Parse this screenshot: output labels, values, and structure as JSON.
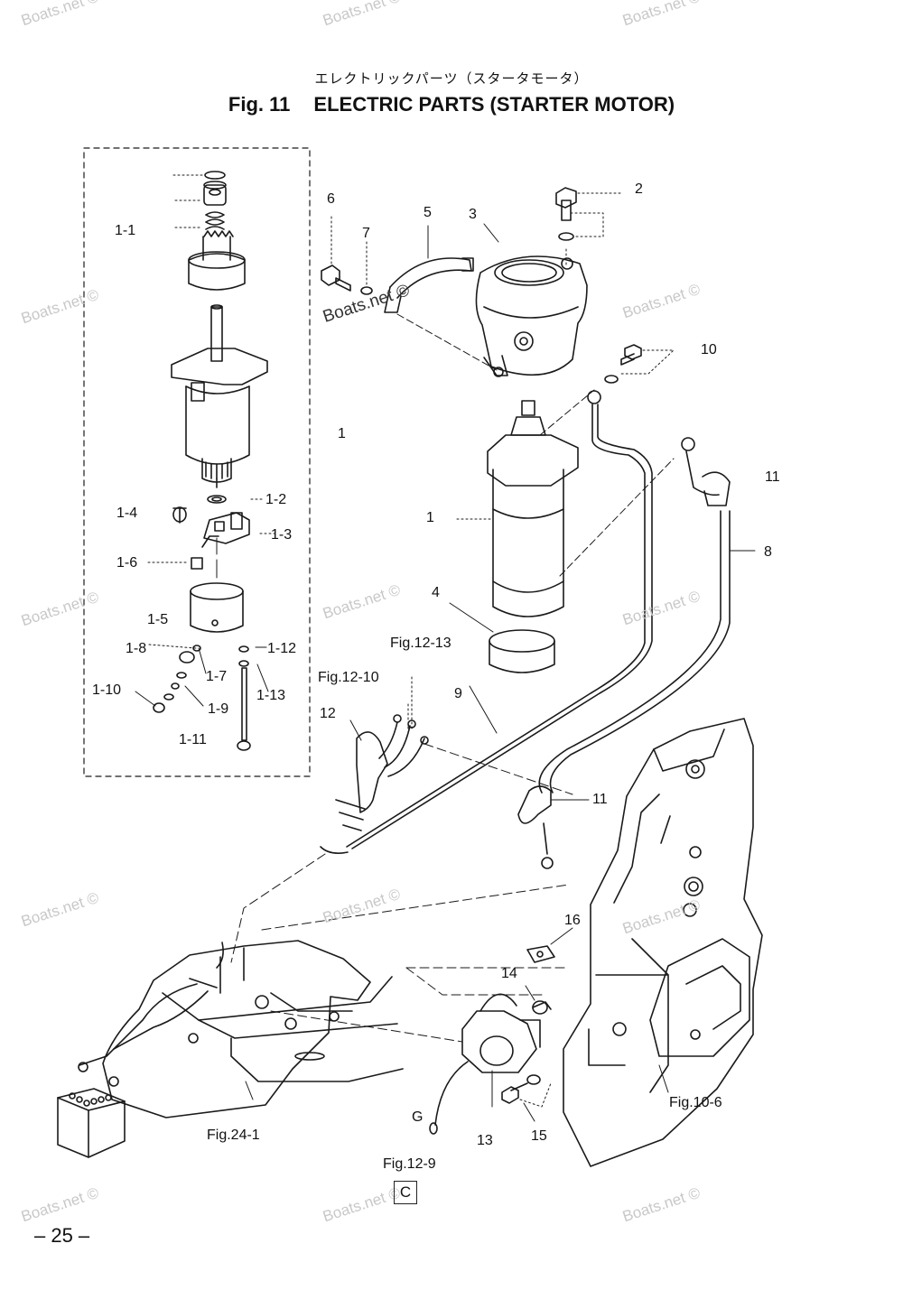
{
  "title": {
    "jp": "エレクトリックパーツ（スタータモータ）",
    "fig": "Fig. 11",
    "en": "ELECTRIC PARTS (STARTER MOTOR)"
  },
  "callouts": [
    {
      "id": "c-1-1",
      "text": "1-1"
    },
    {
      "id": "c-1-2",
      "text": "1-2"
    },
    {
      "id": "c-1-3",
      "text": "1-3"
    },
    {
      "id": "c-1-4",
      "text": "1-4"
    },
    {
      "id": "c-1-5",
      "text": "1-5"
    },
    {
      "id": "c-1-6",
      "text": "1-6"
    },
    {
      "id": "c-1-7",
      "text": "1-7"
    },
    {
      "id": "c-1-8",
      "text": "1-8"
    },
    {
      "id": "c-1-9",
      "text": "1-9"
    },
    {
      "id": "c-1-10",
      "text": "1-10"
    },
    {
      "id": "c-1-11",
      "text": "1-11"
    },
    {
      "id": "c-1-12",
      "text": "1-12"
    },
    {
      "id": "c-1-13",
      "text": "1-13"
    },
    {
      "id": "c-1a",
      "text": "1"
    },
    {
      "id": "c-1b",
      "text": "1"
    },
    {
      "id": "c-2",
      "text": "2"
    },
    {
      "id": "c-3",
      "text": "3"
    },
    {
      "id": "c-4",
      "text": "4"
    },
    {
      "id": "c-5",
      "text": "5"
    },
    {
      "id": "c-6",
      "text": "6"
    },
    {
      "id": "c-7",
      "text": "7"
    },
    {
      "id": "c-8",
      "text": "8"
    },
    {
      "id": "c-9",
      "text": "9"
    },
    {
      "id": "c-10",
      "text": "10"
    },
    {
      "id": "c-11a",
      "text": "11"
    },
    {
      "id": "c-11b",
      "text": "11"
    },
    {
      "id": "c-12",
      "text": "12"
    },
    {
      "id": "c-13",
      "text": "13"
    },
    {
      "id": "c-14",
      "text": "14"
    },
    {
      "id": "c-15",
      "text": "15"
    },
    {
      "id": "c-16",
      "text": "16"
    },
    {
      "id": "c-g",
      "text": "G"
    }
  ],
  "refs": [
    {
      "id": "r-12-13",
      "text": "Fig.12-13"
    },
    {
      "id": "r-12-10",
      "text": "Fig.12-10"
    },
    {
      "id": "r-24-1",
      "text": "Fig.24-1"
    },
    {
      "id": "r-12-9",
      "text": "Fig.12-9"
    },
    {
      "id": "r-10-6",
      "text": "Fig.10-6"
    }
  ],
  "watermark": "Boats.net ©",
  "section_box": "C",
  "page_number": "– 25 –",
  "colors": {
    "ink": "#1a1a1a",
    "watermark": "#c8c8c8"
  }
}
